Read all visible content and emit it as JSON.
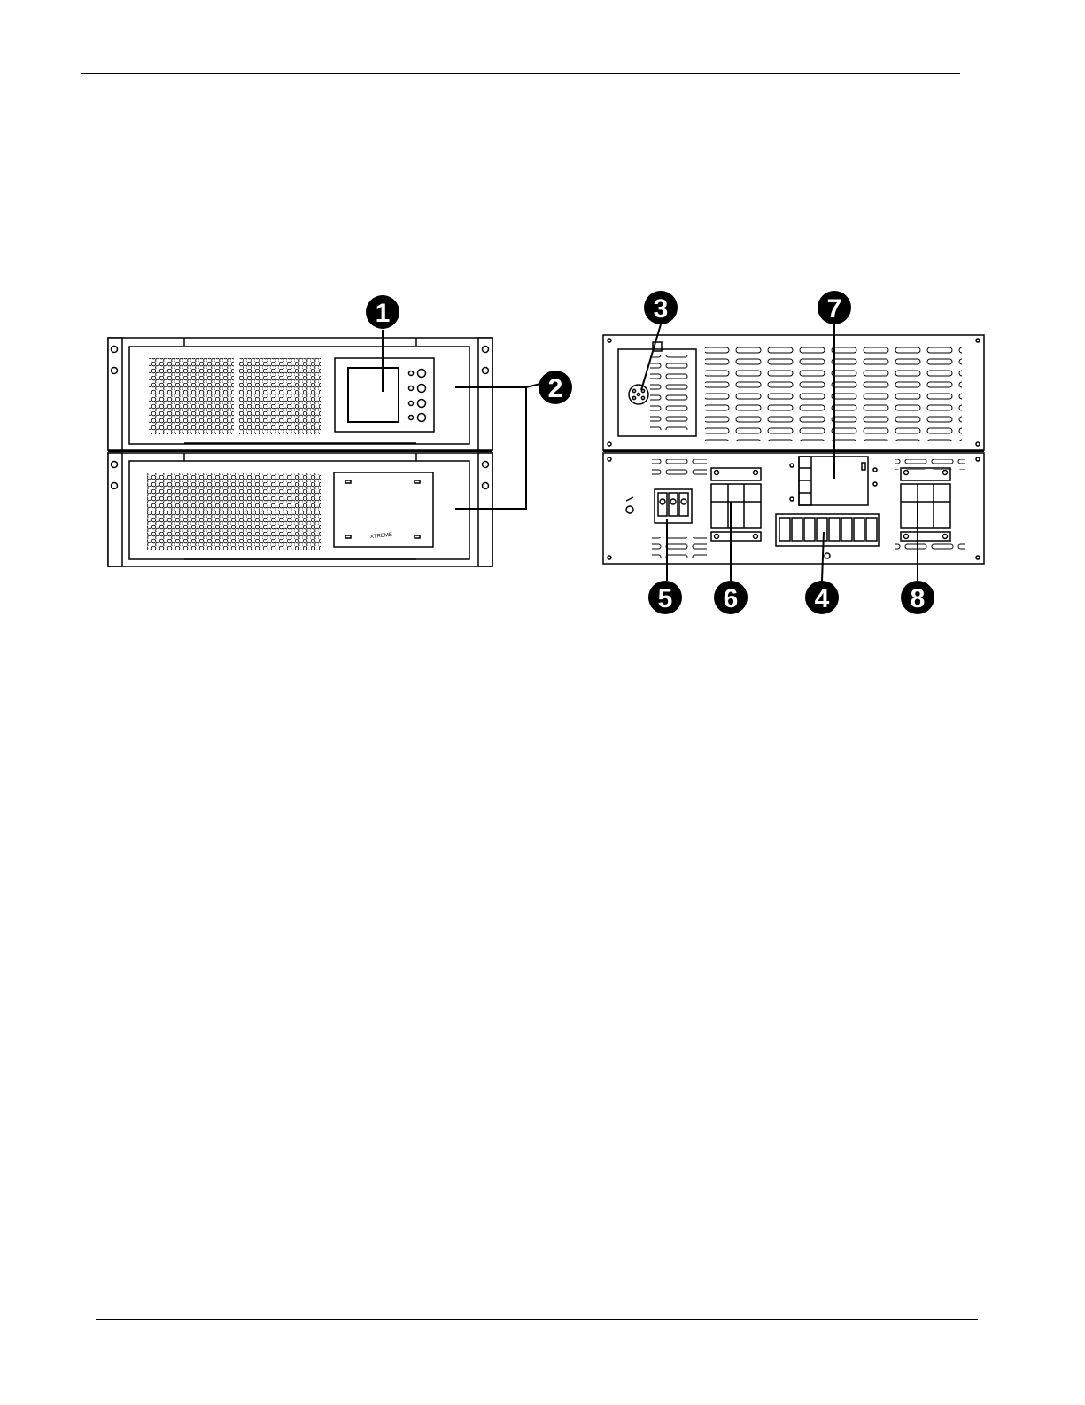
{
  "callouts": {
    "c1": "1",
    "c2": "2",
    "c3": "3",
    "c4": "4",
    "c5": "5",
    "c6": "6",
    "c7": "7",
    "c8": "8"
  },
  "front_logo": "XTREME",
  "colors": {
    "line": "#000000",
    "background": "#ffffff",
    "callout_fill": "#000000"
  }
}
